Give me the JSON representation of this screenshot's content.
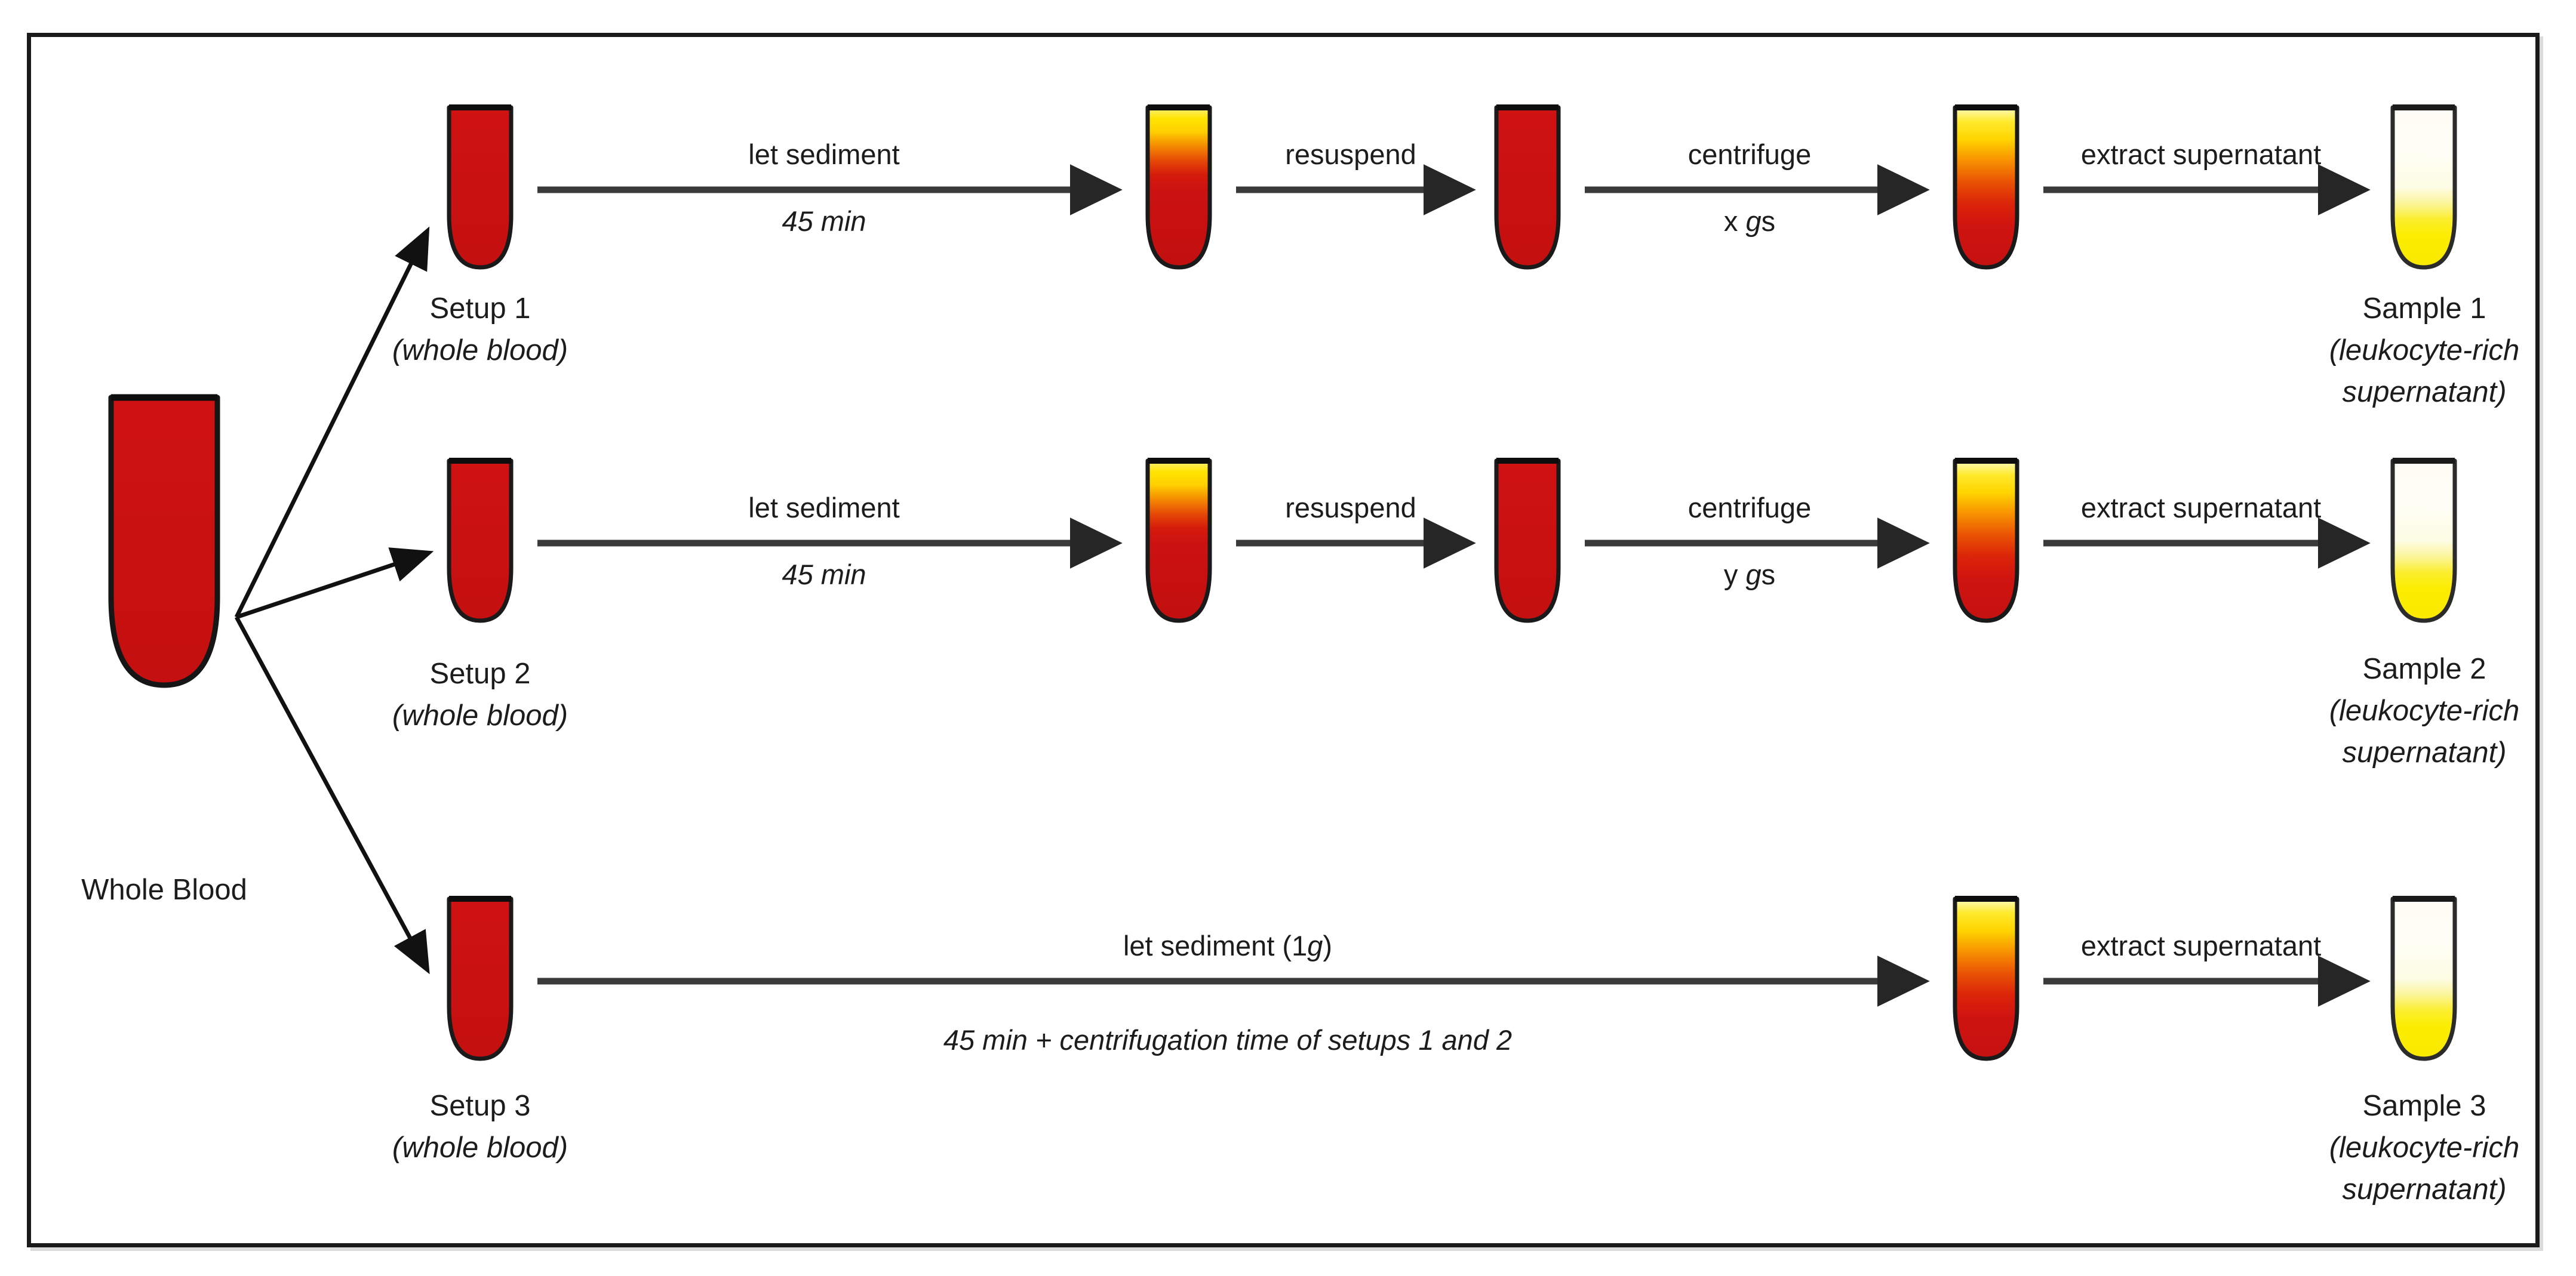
{
  "diagram": {
    "title": "Blood sedimentation and centrifugation workflow",
    "source_label": "Whole Blood",
    "colors": {
      "blood_red": "#cc1111",
      "blood_red_dark": "#a50d0d",
      "supernatant_yellow": "#ffee00",
      "orange": "#ef7000",
      "outline": "#1a1a1a",
      "arrow": "#3a3a3a",
      "frame": "#1a1a1a",
      "background": "#ffffff"
    },
    "source_tube": {
      "name": "whole-blood-tube",
      "fill": "solid-red",
      "label": "Whole Blood"
    },
    "rows": [
      {
        "id": "setup-1",
        "setup_label": "Setup 1",
        "setup_sublabel": "(whole blood)",
        "sample_label": "Sample 1",
        "sample_sublabel_line1": "(leukocyte-rich",
        "sample_sublabel_line2": "supernatant)",
        "steps": [
          {
            "name": "let-sediment",
            "label": "let sediment",
            "sublabel": "45 min",
            "sublabel_italic": true
          },
          {
            "name": "resuspend",
            "label": "resuspend",
            "sublabel": "",
            "sublabel_italic": false
          },
          {
            "name": "centrifuge",
            "label": "centrifuge",
            "sublabel_pre": "x ",
            "sublabel_g": "g",
            "sublabel_post": "s",
            "sublabel_italic": false
          },
          {
            "name": "extract-supernatant",
            "label": "extract supernatant",
            "sublabel": "",
            "sublabel_italic": false
          }
        ],
        "tubes": [
          {
            "name": "setup-tube",
            "fill": "solid-red"
          },
          {
            "name": "sedimented-tube",
            "fill": "sedimented"
          },
          {
            "name": "resuspended-tube",
            "fill": "solid-red"
          },
          {
            "name": "centrifuged-tube",
            "fill": "centrifuged"
          },
          {
            "name": "sample-tube",
            "fill": "supernatant"
          }
        ]
      },
      {
        "id": "setup-2",
        "setup_label": "Setup 2",
        "setup_sublabel": "(whole blood)",
        "sample_label": "Sample 2",
        "sample_sublabel_line1": "(leukocyte-rich",
        "sample_sublabel_line2": "supernatant)",
        "steps": [
          {
            "name": "let-sediment",
            "label": "let sediment",
            "sublabel": "45 min",
            "sublabel_italic": true
          },
          {
            "name": "resuspend",
            "label": "resuspend",
            "sublabel": "",
            "sublabel_italic": false
          },
          {
            "name": "centrifuge",
            "label": "centrifuge",
            "sublabel_pre": "y ",
            "sublabel_g": "g",
            "sublabel_post": "s",
            "sublabel_italic": false
          },
          {
            "name": "extract-supernatant",
            "label": "extract supernatant",
            "sublabel": "",
            "sublabel_italic": false
          }
        ],
        "tubes": [
          {
            "name": "setup-tube",
            "fill": "solid-red"
          },
          {
            "name": "sedimented-tube",
            "fill": "sedimented"
          },
          {
            "name": "resuspended-tube",
            "fill": "solid-red"
          },
          {
            "name": "centrifuged-tube",
            "fill": "centrifuged"
          },
          {
            "name": "sample-tube",
            "fill": "supernatant"
          }
        ]
      },
      {
        "id": "setup-3",
        "setup_label": "Setup 3",
        "setup_sublabel": "(whole blood)",
        "sample_label": "Sample 3",
        "sample_sublabel_line1": "(leukocyte-rich",
        "sample_sublabel_line2": "supernatant)",
        "steps": [
          {
            "name": "let-sediment-1g",
            "label_pre": "let sediment (1",
            "label_g": "g",
            "label_post": ")",
            "sublabel": "45 min + centrifugation time of setups 1 and 2",
            "sublabel_italic": true
          },
          {
            "name": "extract-supernatant",
            "label": "extract supernatant",
            "sublabel": "",
            "sublabel_italic": false
          }
        ],
        "tubes": [
          {
            "name": "setup-tube",
            "fill": "solid-red"
          },
          {
            "name": "centrifuged-tube",
            "fill": "centrifuged"
          },
          {
            "name": "sample-tube",
            "fill": "supernatant"
          }
        ]
      }
    ]
  }
}
